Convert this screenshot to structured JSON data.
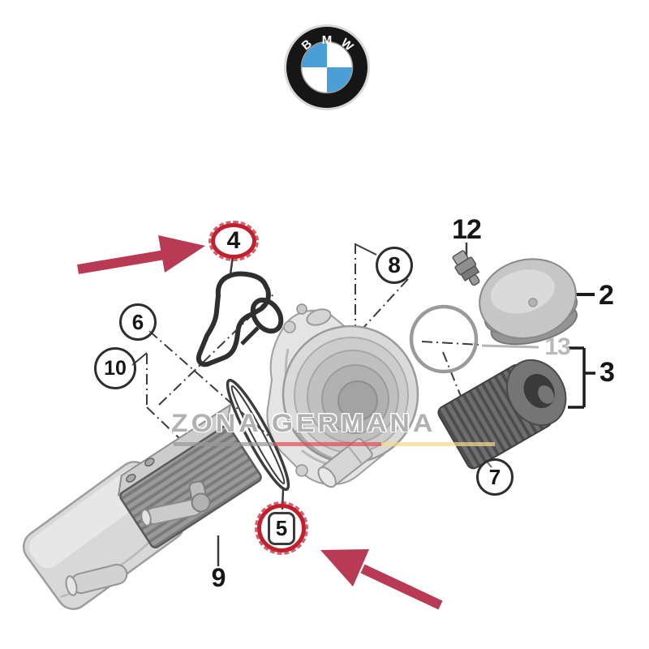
{
  "page": {
    "background": "#ffffff"
  },
  "logo": {
    "letters": [
      "B",
      "M",
      "W"
    ],
    "colors": {
      "ring": "#161616",
      "chrome": "#d8d8d8",
      "blue": "#4a9fd6",
      "white": "#ffffff"
    }
  },
  "watermark": {
    "text": "ZONA GERMANA",
    "underline_colors": [
      "#999999",
      "#e04f5a",
      "#f2d98e"
    ]
  },
  "callouts": {
    "c2": {
      "label": "2",
      "highlighted": false
    },
    "c3": {
      "label": "3",
      "highlighted": false
    },
    "c4": {
      "label": "4",
      "highlighted": true
    },
    "c5": {
      "label": "5",
      "highlighted": true
    },
    "c6": {
      "label": "6",
      "highlighted": false
    },
    "c7": {
      "label": "7",
      "highlighted": false
    },
    "c8": {
      "label": "8",
      "highlighted": false
    },
    "c9": {
      "label": "9",
      "highlighted": false
    },
    "c10": {
      "label": "10",
      "highlighted": false
    },
    "c12": {
      "label": "12",
      "highlighted": false
    },
    "c13": {
      "label": "13",
      "highlighted": false
    }
  },
  "colors": {
    "arrow": "#b93a55",
    "highlight_ring": "#c1202f",
    "leader": "#3c3c3c",
    "muted_label": "#b9b9b9"
  }
}
